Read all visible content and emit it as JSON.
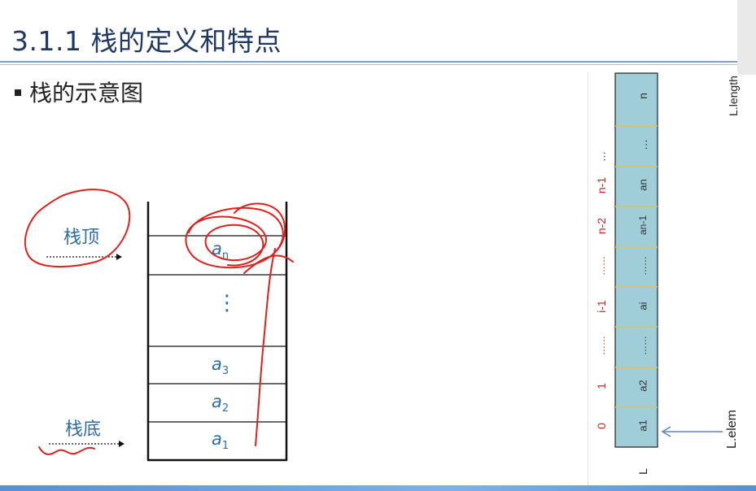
{
  "header": {
    "title": "3.1.1 栈的定义和特点"
  },
  "bullet": {
    "text": "栈的示意图"
  },
  "stack": {
    "top_label": "栈顶",
    "bottom_label": "栈底",
    "cells": [
      {
        "name": "a",
        "sub": "n"
      },
      {
        "name": "⋮",
        "sub": ""
      },
      {
        "name": "a",
        "sub": "3"
      },
      {
        "name": "a",
        "sub": "2"
      },
      {
        "name": "a",
        "sub": "1"
      }
    ]
  },
  "array": {
    "length_label": "L.length",
    "elem_label": "L.elem",
    "base_label": "L",
    "cells_top_to_bottom": [
      "n",
      "…",
      "an",
      "an-1",
      "……",
      "ai",
      "……",
      "a2",
      "a1"
    ],
    "indices_top_to_bottom": [
      "…",
      "n-1",
      "n-2",
      "……",
      "i-1",
      "……",
      "1",
      "0"
    ]
  },
  "colors": {
    "title": "#1f3864",
    "label": "#2e6ea6",
    "ink": "#e0201c",
    "array_fill": "#9fcdd8",
    "index": "#d9201c"
  }
}
